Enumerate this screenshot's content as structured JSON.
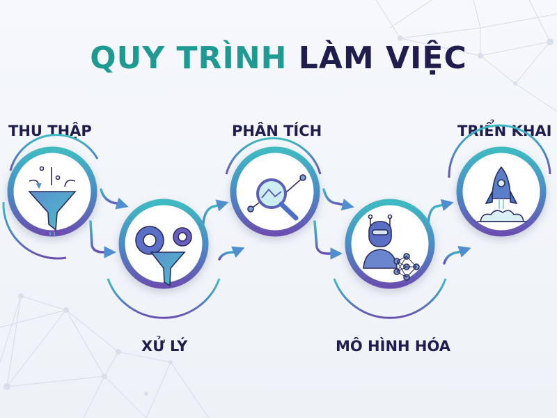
{
  "title": {
    "part1": "QUY TRÌNH",
    "part2": "LÀM VIỆC",
    "part1_color": "#1e9a93",
    "part2_color": "#1f1d4d"
  },
  "steps": [
    {
      "label": "THU THẬP",
      "icon": "funnel-data-icon",
      "position": "top"
    },
    {
      "label": "XỬ LÝ",
      "icon": "gears-funnel-icon",
      "position": "bottom"
    },
    {
      "label": "PHÂN TÍCH",
      "icon": "magnifier-chart-icon",
      "position": "top"
    },
    {
      "label": "MÔ HÌNH HÓA",
      "icon": "robot-neural-network-icon",
      "position": "bottom"
    },
    {
      "label": "TRIỂN KHAI",
      "icon": "rocket-launch-icon",
      "position": "top"
    }
  ],
  "colors": {
    "ring_start": "#3fb8c4",
    "ring_end": "#6a4fb0",
    "text_dark": "#1f1d4d",
    "background": "#f3f6fa"
  }
}
